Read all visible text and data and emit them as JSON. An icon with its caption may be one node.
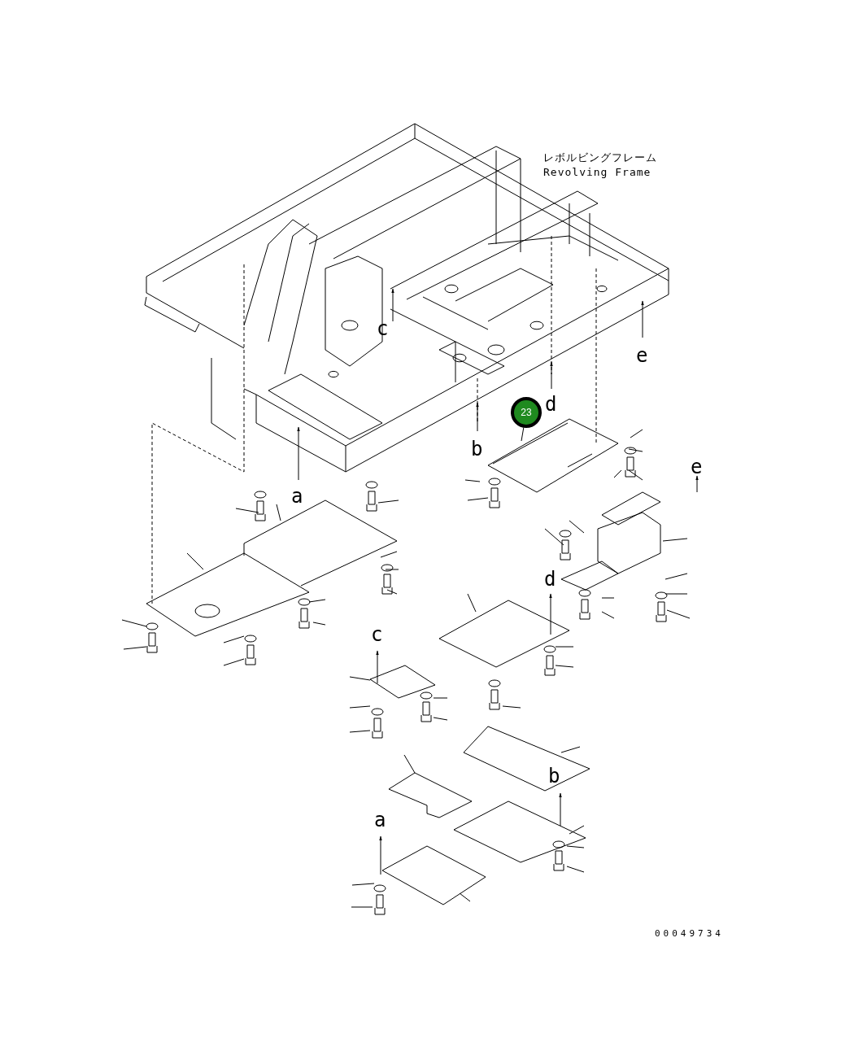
{
  "diagram": {
    "nodes": [
      {
        "text": [
          "23"
        ]
      },
      {
        "text": [],
        "shape": "picture"
      }
    ],
    "edges": [
      {
        "from": 0,
        "to": 1,
        "arrow": "none"
      }
    ],
    "labels": [
      "レボルビングフレーム",
      "Revolving Frame",
      "c",
      "e",
      "d",
      "b",
      "e",
      "a",
      "d",
      "c",
      "b",
      "a",
      "00049734"
    ]
  }
}
